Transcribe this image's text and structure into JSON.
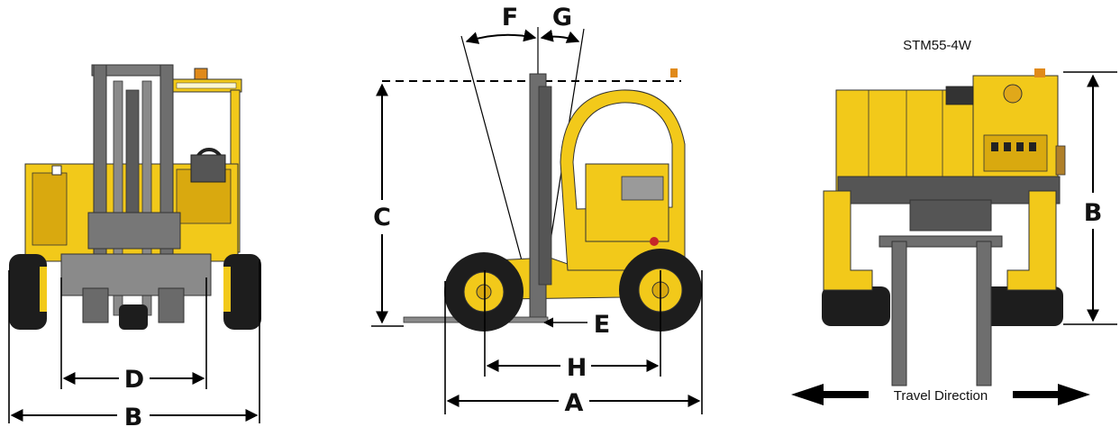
{
  "colors": {
    "body": "#f2c91a",
    "body_dark": "#d9a90f",
    "tire": "#1d1d1d",
    "mast": "#6e6e6e",
    "mast_dark": "#4a4a4a",
    "line": "#000000"
  },
  "model_label": "STM55-4W",
  "travel_direction_label": "Travel Direction",
  "front_view": {
    "dim_d": "D",
    "dim_b": "B"
  },
  "side_view": {
    "dim_f": "F",
    "dim_g": "G",
    "dim_c": "C",
    "dim_e": "E",
    "dim_h": "H",
    "dim_a": "A"
  },
  "top_view": {
    "dim_b": "B"
  }
}
